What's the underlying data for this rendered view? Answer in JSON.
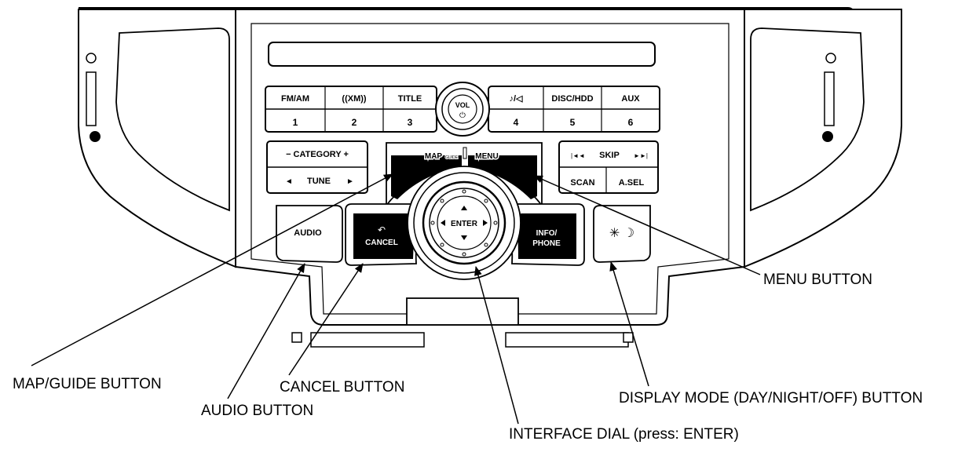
{
  "panel": {
    "top_row": [
      "FM/AM",
      "((XM))",
      "TITLE",
      "♪/◁",
      "DISC/HDD",
      "AUX"
    ],
    "num_row": [
      "1",
      "2",
      "3",
      "4",
      "5",
      "6"
    ],
    "vol_label": "VOL",
    "vol_power": "⏻",
    "category_label": "− CATEGORY +",
    "tune_left": "◄",
    "tune_label": "TUNE",
    "tune_right": "►",
    "skip_left": "|◄◄",
    "skip_label": "SKIP",
    "skip_right": "►►|",
    "scan_label": "SCAN",
    "asel_label": "A.SEL",
    "map_label": "MAP",
    "guide_label": "GUIDE",
    "menu_label": "MENU",
    "audio_label": "AUDIO",
    "cancel_icon": "↶",
    "cancel_label": "CANCEL",
    "info_label_1": "INFO/",
    "info_label_2": "PHONE",
    "enter_label": "ENTER",
    "display_icon": "✳ ☽"
  },
  "callouts": {
    "menu": "MENU BUTTON",
    "map_guide": "MAP/GUIDE BUTTON",
    "cancel": "CANCEL BUTTON",
    "audio": "AUDIO BUTTON",
    "display_mode": "DISPLAY MODE (DAY/NIGHT/OFF) BUTTON",
    "interface_dial": "INTERFACE DIAL (press: ENTER)"
  }
}
